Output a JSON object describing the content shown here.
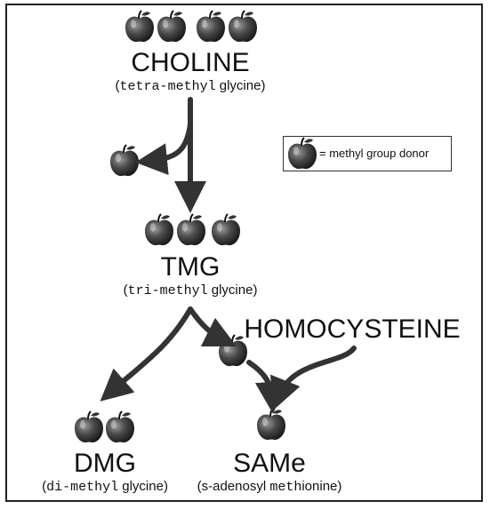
{
  "nodes": {
    "choline": {
      "name": "CHOLINE",
      "desc_mono": "tetra-methyl",
      "desc_sans": " glycine"
    },
    "tmg": {
      "name": "TMG",
      "desc_mono": "tri-methyl",
      "desc_sans": " glycine"
    },
    "dmg": {
      "name": "DMG",
      "desc_mono": "di-methyl",
      "desc_sans": " glycine"
    },
    "same": {
      "name": "SAMe",
      "desc_sans1": "s-adenosyl ",
      "desc_mono": "meth",
      "desc_sans2": "ionine"
    },
    "homocysteine": {
      "name": "HOMOCYSTEINE"
    }
  },
  "legend": {
    "text": "= methyl group donor",
    "icon": "apple-icon"
  },
  "colors": {
    "arrow": "#333333",
    "apple": "#2a2a2a",
    "border": "#222222"
  }
}
